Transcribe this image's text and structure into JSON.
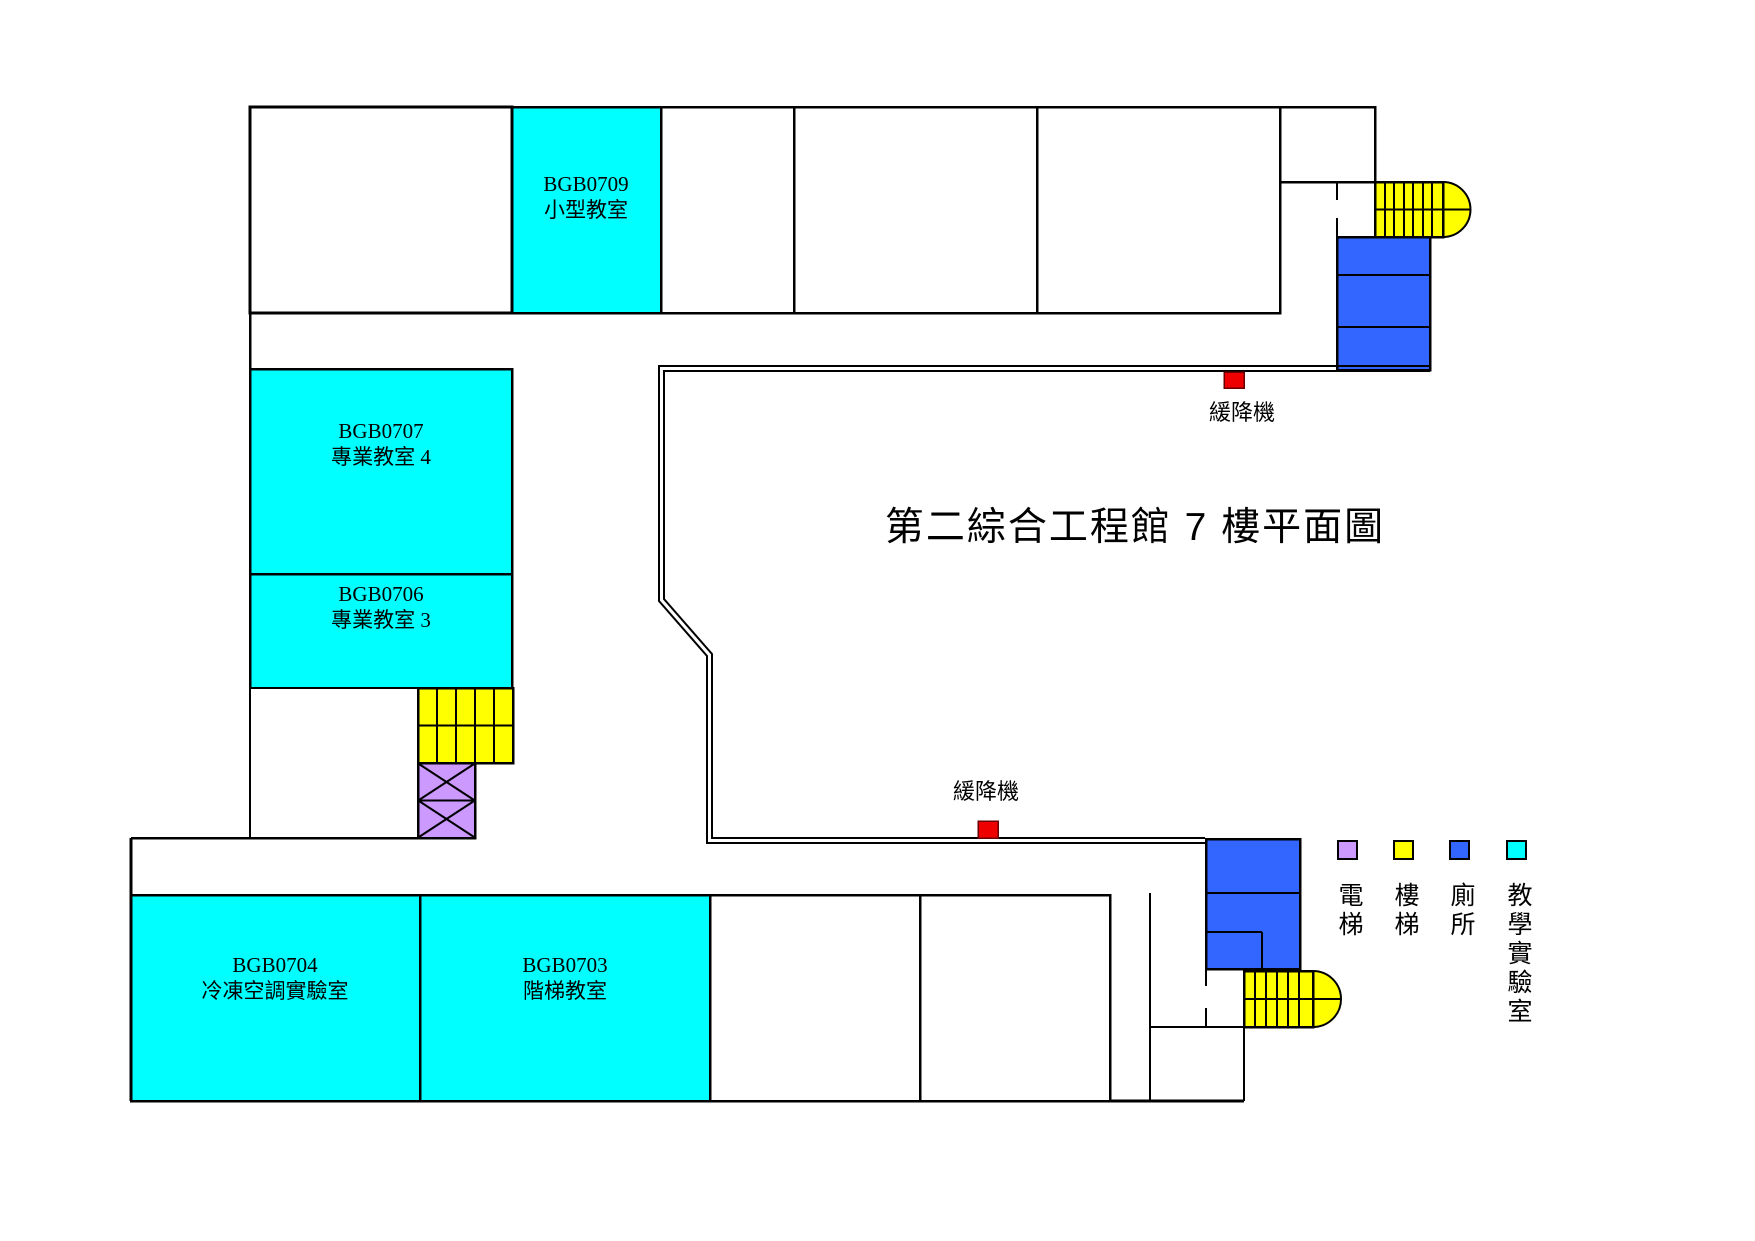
{
  "title": "第二綜合工程館 7 樓平面圖",
  "rooms": [
    {
      "code": "BGB0709",
      "name": "小型教室"
    },
    {
      "code": "BGB0707",
      "name": "專業教室 4"
    },
    {
      "code": "BGB0706",
      "name": "專業教室 3"
    },
    {
      "code": "BGB0704",
      "name": "冷凍空調實驗室"
    },
    {
      "code": "BGB0703",
      "name": "階梯教室"
    }
  ],
  "annotations": {
    "escape_device_top": "緩降機",
    "escape_device_bottom": "緩降機"
  },
  "legend": {
    "items": [
      {
        "label": "電梯",
        "color": "#CC99FF"
      },
      {
        "label": "樓梯",
        "color": "#FFFF00"
      },
      {
        "label": "廁所",
        "color": "#3366FF"
      },
      {
        "label": "教學實驗室",
        "color": "#00FFFF"
      }
    ]
  },
  "colors": {
    "teaching_lab": "#00FFFF",
    "stairs": "#FFFF00",
    "toilet": "#3366FF",
    "elevator": "#CC99FF",
    "escape_device": "#EE0000",
    "walls": "#000000"
  }
}
